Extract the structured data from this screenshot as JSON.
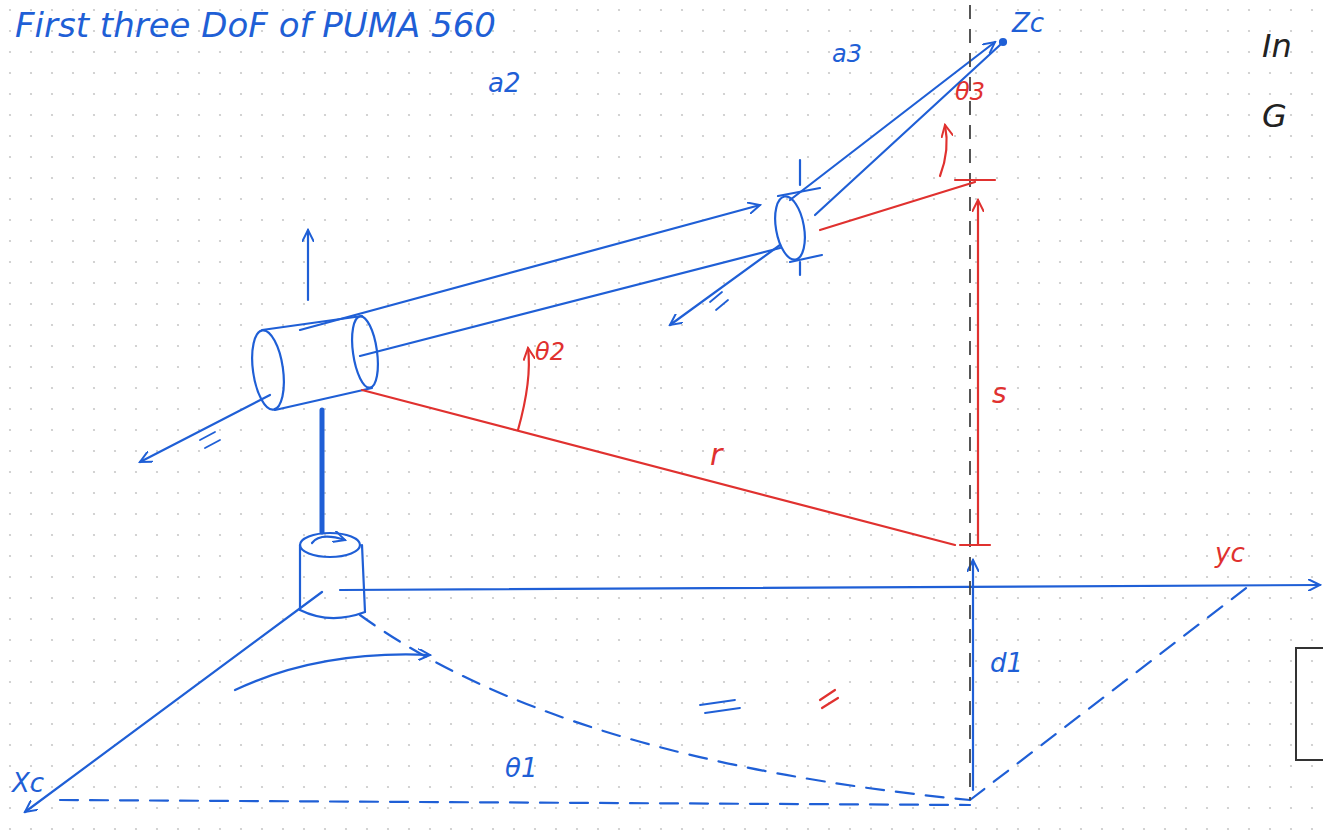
{
  "diagram": {
    "title": "First three DoF of PUMA 560",
    "labels": [
      "Zc",
      "a3",
      "a2",
      "θ2",
      "θ3",
      "r",
      "s",
      "d1",
      "yc",
      "Xc",
      "θ1",
      "In",
      "G"
    ]
  }
}
